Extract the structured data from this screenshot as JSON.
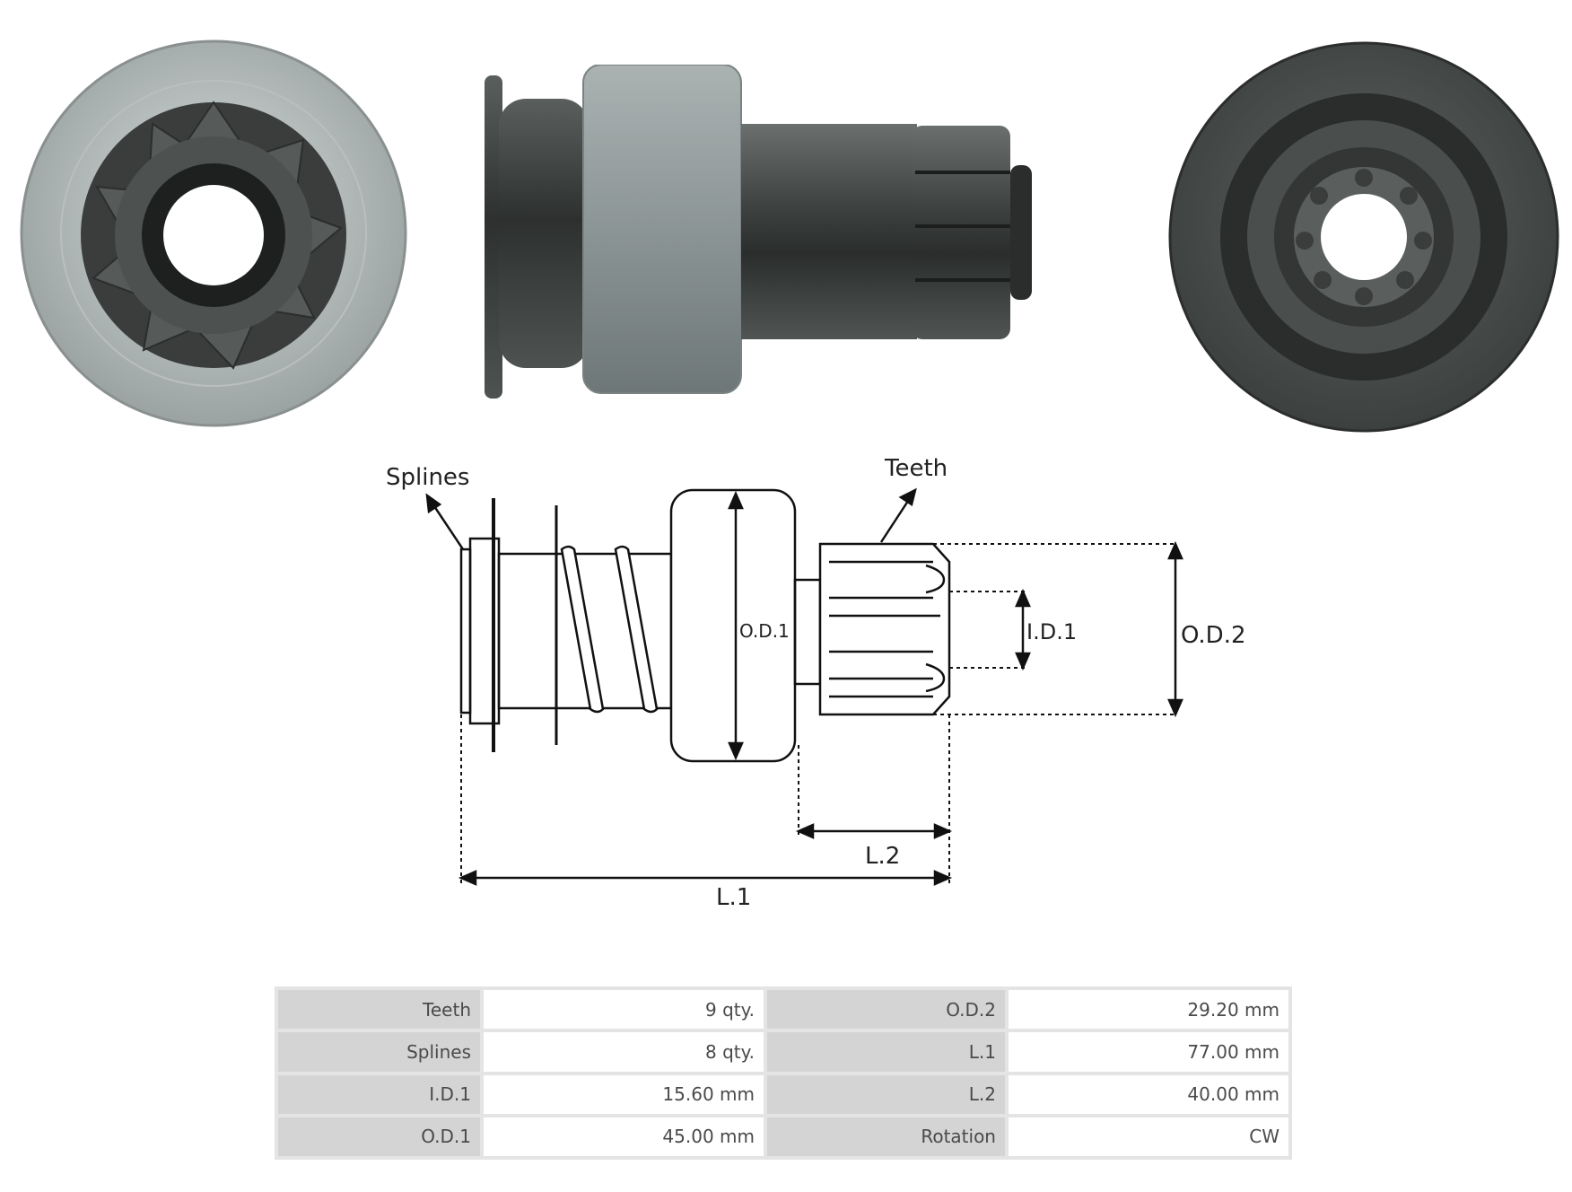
{
  "diagram": {
    "splines_label": "Splines",
    "teeth_label": "Teeth",
    "od1_label": "O.D.1",
    "id1_label": "I.D.1",
    "od2_label": "O.D.2",
    "l1_label": "L.1",
    "l2_label": "L.2"
  },
  "specs": [
    {
      "k1": "Teeth",
      "v1": "9 qty.",
      "k2": "O.D.2",
      "v2": "29.20 mm"
    },
    {
      "k1": "Splines",
      "v1": "8 qty.",
      "k2": "L.1",
      "v2": "77.00 mm"
    },
    {
      "k1": "I.D.1",
      "v1": "15.60 mm",
      "k2": "L.2",
      "v2": "40.00 mm"
    },
    {
      "k1": "O.D.1",
      "v1": "45.00 mm",
      "k2": "Rotation",
      "v2": "CW"
    }
  ]
}
